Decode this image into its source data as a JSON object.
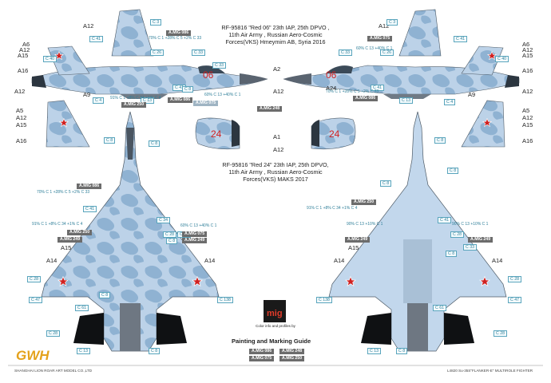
{
  "header_left": "RF-95816 \"Red 06\"  23th IAP, 25th DPVO ,\n11th Air Army ,  Russian Aero-Cosmic\nForces(VKS) Hmeymim AB, Syria 2016",
  "header_right": "RF-95816 \"Red 24\"  23th IAP, 25th DPVO,\n11th Air Army ,  Russian Aero-Cosmic\nForces(VKS) MAKS 2017",
  "guide_title": "Painting and Marking Guide",
  "brand": "GWH",
  "footer_left": "SHANGHAI LION ROAR ART MODEL CO.,LTD",
  "footer_right": "L4820 Su-35S\"FLANKER-E\" MULTIROLE FIGHTER",
  "mig_logo_text": "mig",
  "mig_logo_caption": "Color info and profiles by",
  "codes": [
    "A1",
    "A2",
    "A5",
    "A6",
    "A9",
    "A12",
    "A14",
    "A15",
    "A16",
    "A24",
    "C 1",
    "C 3",
    "C 4",
    "C 8",
    "C 13",
    "C 26",
    "C 28",
    "C 33",
    "C 34",
    "C 40",
    "C 41",
    "C 47",
    "C 61",
    "C 138"
  ],
  "amig": [
    "A.MIG 066",
    "A.MIG 075",
    "A.MIG 086",
    "A.MIG 248",
    "A.MIG 249",
    "A.MIG 250"
  ],
  "mixes": [
    "70% C 1 +28% C 5 +2% C 33",
    "60% C 13 +40% C 1",
    "91% C 1 +8% C 34 +1% C 4",
    "90% C 13 +10% C 1"
  ],
  "legend": {
    "paints": [
      "A.MIG 086",
      "A.MIG 248",
      "A.MIG 075",
      "A.MIG 250"
    ]
  },
  "red_numbers": [
    "06",
    "24"
  ],
  "colors": {
    "light_blue": "#b8cfe6",
    "mid_blue": "#8fb3d1",
    "dark_grey": "#5a6470",
    "black": "#0f1113",
    "star": "#d02121",
    "chip": "#5aa5bd",
    "gold": "#e4a21c"
  }
}
